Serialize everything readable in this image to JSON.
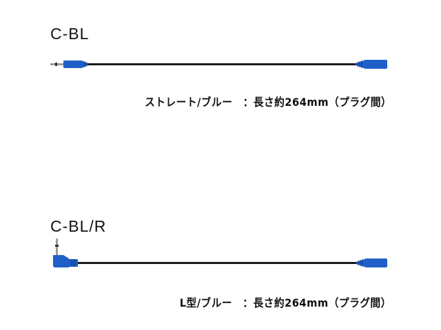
{
  "products": [
    {
      "model": "C-BL",
      "description": "ストレート/ブルー　：長さ約264mm（プラグ間）"
    },
    {
      "model": "C-BL/R",
      "description": "L型/ブルー　：長さ約264mm（プラグ間）"
    }
  ],
  "colors": {
    "plug": "#1f5fc8",
    "cable": "#1a1a1a",
    "pin": "#9a9a9a"
  }
}
